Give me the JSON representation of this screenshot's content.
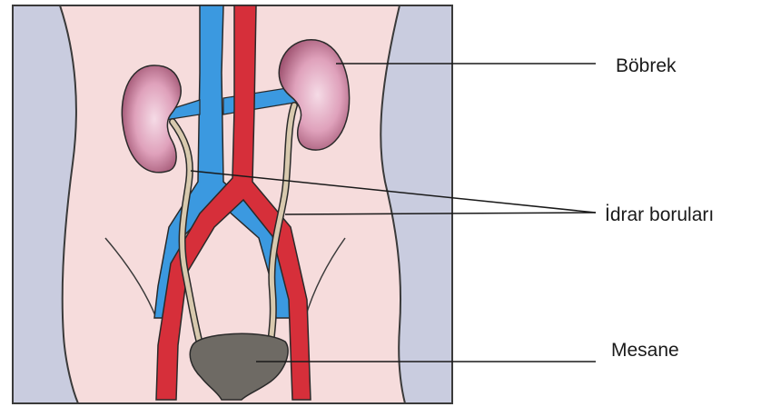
{
  "labels": {
    "kidney": "Böbrek",
    "ureters": "İdrar boruları",
    "bladder": "Mesane"
  },
  "colors": {
    "background_panel": "#c9ccdf",
    "skin": "#f6dcdc",
    "outline": "#3a3a3a",
    "kidney": "#c97a98",
    "vein": "#3b99e0",
    "artery": "#d62f3a",
    "ureter": "#d8c9ae",
    "bladder": "#6e6a64"
  }
}
